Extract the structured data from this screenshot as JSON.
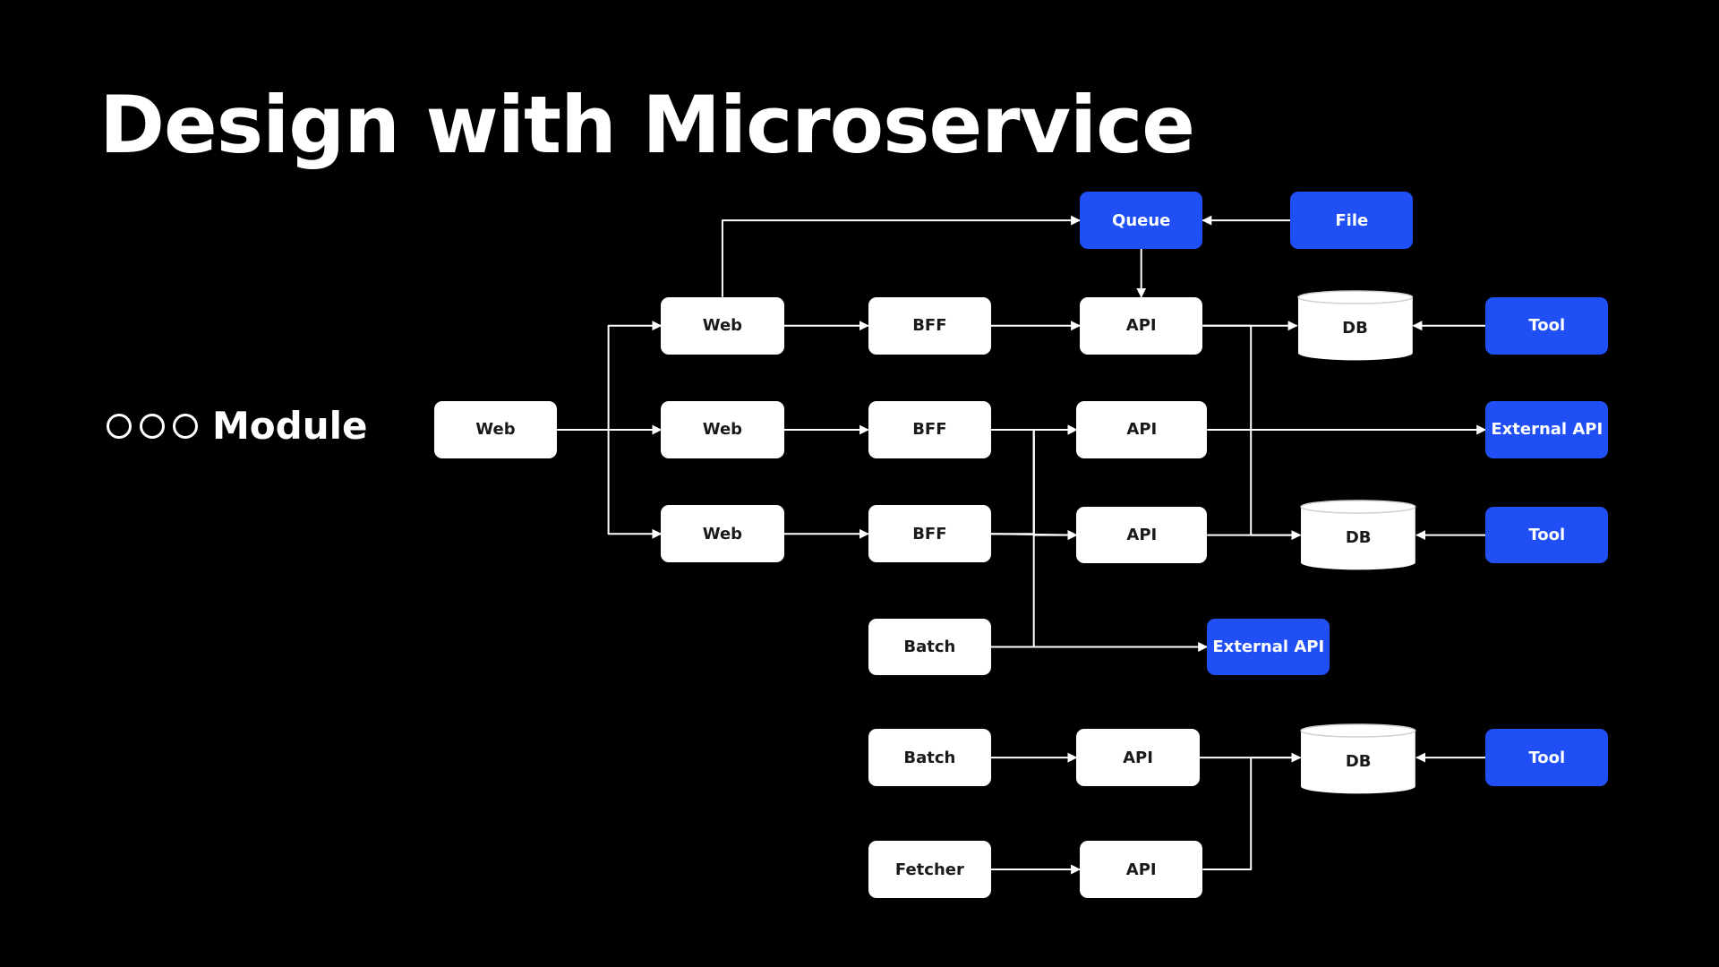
{
  "slide": {
    "title": "Design with Microservice",
    "module_label": "Module"
  },
  "colors": {
    "background": "#000000",
    "node_white": "#ffffff",
    "node_blue": "#1f4ff5",
    "edge": "#ffffff"
  },
  "nodes": [
    {
      "id": "web_entry",
      "label": "Web",
      "kind": "service"
    },
    {
      "id": "web_1",
      "label": "Web",
      "kind": "service"
    },
    {
      "id": "web_2",
      "label": "Web",
      "kind": "service"
    },
    {
      "id": "web_3",
      "label": "Web",
      "kind": "service"
    },
    {
      "id": "bff_1",
      "label": "BFF",
      "kind": "service"
    },
    {
      "id": "bff_2",
      "label": "BFF",
      "kind": "service"
    },
    {
      "id": "bff_3",
      "label": "BFF",
      "kind": "service"
    },
    {
      "id": "batch_1",
      "label": "Batch",
      "kind": "service"
    },
    {
      "id": "batch_2",
      "label": "Batch",
      "kind": "service"
    },
    {
      "id": "fetcher",
      "label": "Fetcher",
      "kind": "service"
    },
    {
      "id": "queue",
      "label": "Queue",
      "kind": "external"
    },
    {
      "id": "file",
      "label": "File",
      "kind": "external"
    },
    {
      "id": "api_1",
      "label": "API",
      "kind": "service"
    },
    {
      "id": "api_2",
      "label": "API",
      "kind": "service"
    },
    {
      "id": "api_3",
      "label": "API",
      "kind": "service"
    },
    {
      "id": "api_4",
      "label": "API",
      "kind": "service"
    },
    {
      "id": "api_5",
      "label": "API",
      "kind": "service"
    },
    {
      "id": "ext_api_mid",
      "label": "External API",
      "kind": "external"
    },
    {
      "id": "db_1",
      "label": "DB",
      "kind": "database"
    },
    {
      "id": "db_2",
      "label": "DB",
      "kind": "database"
    },
    {
      "id": "db_3",
      "label": "DB",
      "kind": "database"
    },
    {
      "id": "tool_1",
      "label": "Tool",
      "kind": "external"
    },
    {
      "id": "ext_api_right",
      "label": "External API",
      "kind": "external"
    },
    {
      "id": "tool_2",
      "label": "Tool",
      "kind": "external"
    },
    {
      "id": "tool_3",
      "label": "Tool",
      "kind": "external"
    }
  ],
  "edges": [
    {
      "from": "web_entry",
      "to": "web_1"
    },
    {
      "from": "web_entry",
      "to": "web_2"
    },
    {
      "from": "web_entry",
      "to": "web_3"
    },
    {
      "from": "web_1",
      "to": "queue"
    },
    {
      "from": "file",
      "to": "queue"
    },
    {
      "from": "queue",
      "to": "api_1"
    },
    {
      "from": "web_1",
      "to": "bff_1"
    },
    {
      "from": "web_2",
      "to": "bff_2"
    },
    {
      "from": "web_3",
      "to": "bff_3"
    },
    {
      "from": "bff_1",
      "to": "api_1"
    },
    {
      "from": "bff_2",
      "to": "api_2"
    },
    {
      "from": "bff_2",
      "to": "api_3"
    },
    {
      "from": "bff_3",
      "to": "api_2"
    },
    {
      "from": "bff_3",
      "to": "api_3"
    },
    {
      "from": "batch_1",
      "to": "ext_api_mid"
    },
    {
      "from": "batch_1",
      "to": "api_2"
    },
    {
      "from": "batch_2",
      "to": "api_4"
    },
    {
      "from": "fetcher",
      "to": "api_5"
    },
    {
      "from": "api_1",
      "to": "db_1"
    },
    {
      "from": "api_1",
      "to": "db_2"
    },
    {
      "from": "api_2",
      "to": "ext_api_right"
    },
    {
      "from": "api_3",
      "to": "db_2"
    },
    {
      "from": "api_4",
      "to": "db_3"
    },
    {
      "from": "api_5",
      "to": "db_3"
    },
    {
      "from": "tool_1",
      "to": "db_1"
    },
    {
      "from": "tool_2",
      "to": "db_2"
    },
    {
      "from": "tool_3",
      "to": "db_3"
    }
  ]
}
